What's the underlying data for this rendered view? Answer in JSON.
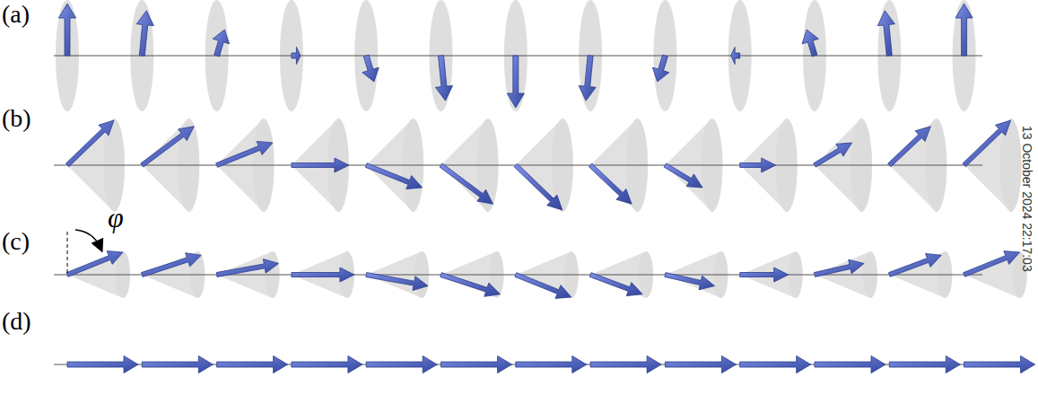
{
  "diagram": {
    "labels": [
      "(a)",
      "(b)",
      "(c)",
      "(d)",
      "φ",
      "13 October 2024 22:17:03"
    ]
  }
}
